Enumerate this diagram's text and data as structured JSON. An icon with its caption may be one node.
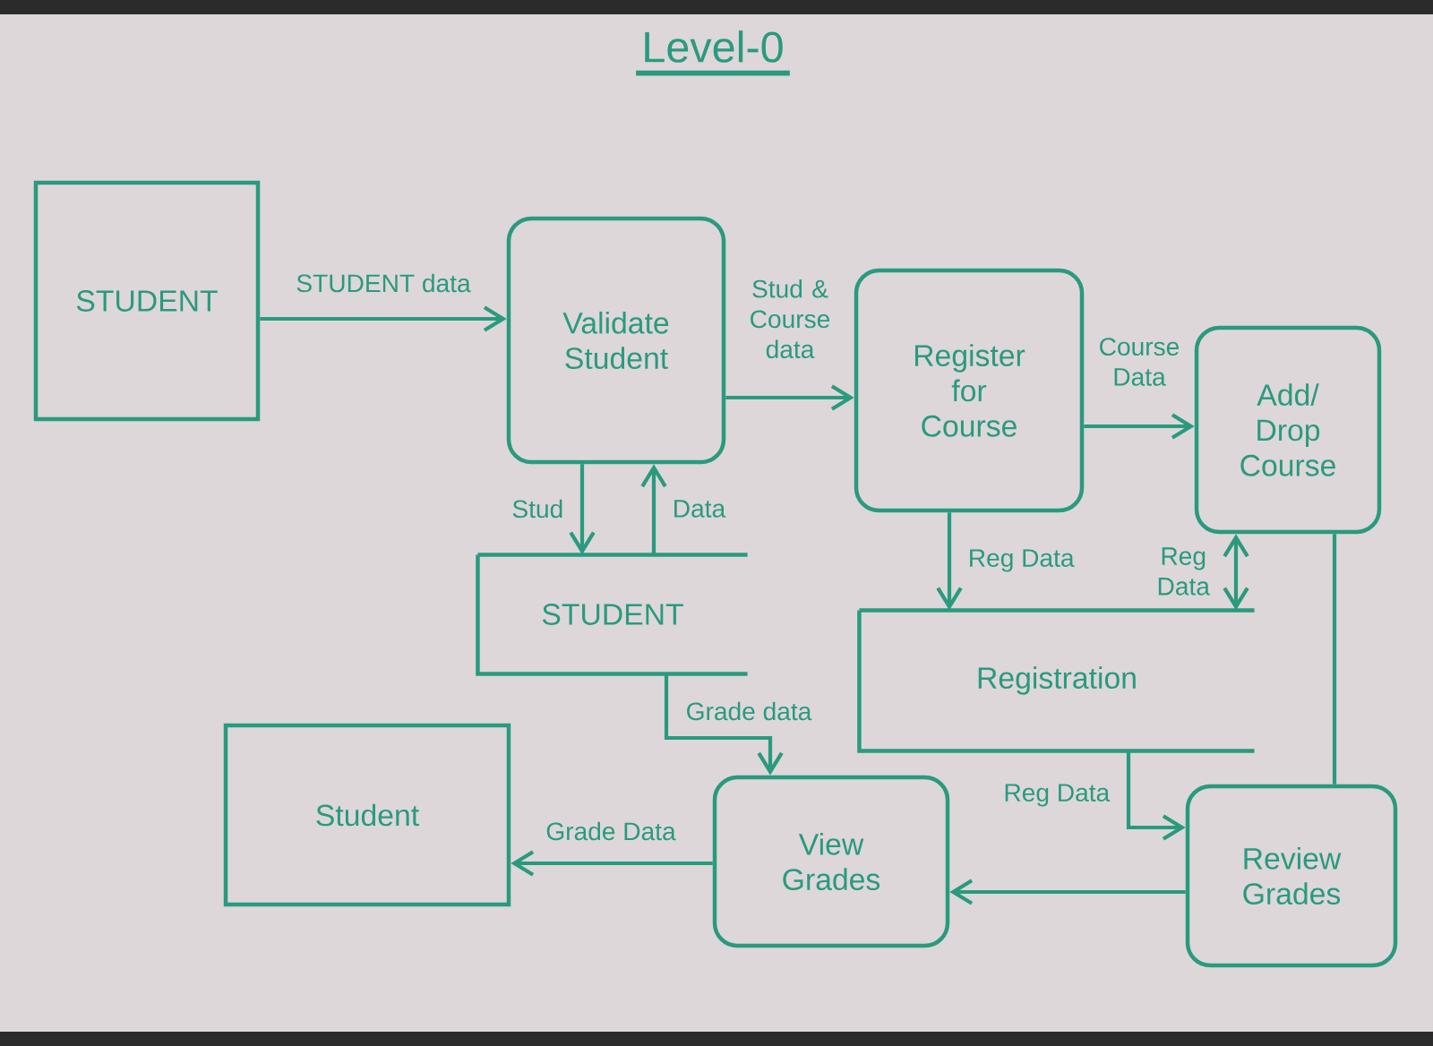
{
  "diagram": {
    "title": "Level-0",
    "nodes": [
      {
        "text": [
          "STUDENT"
        ]
      },
      {
        "text": [
          "Validate Student"
        ]
      },
      {
        "text": [
          "Register for Course"
        ]
      },
      {
        "text": [
          "Add/ Drop Course"
        ]
      },
      {
        "text": [
          "STUDENT"
        ]
      },
      {
        "text": [
          "Registration"
        ]
      },
      {
        "text": [
          "Student"
        ]
      },
      {
        "text": [
          "View Grades"
        ]
      },
      {
        "text": [
          "Review Grades"
        ]
      }
    ],
    "edges": [
      {
        "from": 0,
        "to": 1,
        "arrow": "to",
        "label": "STUDENT data"
      },
      {
        "from": 1,
        "to": 2,
        "arrow": "to",
        "label": "Stud & Course data"
      },
      {
        "from": 2,
        "to": 3,
        "arrow": "to",
        "label": "Course Data"
      },
      {
        "from": 1,
        "to": 4,
        "arrow": "to",
        "label": "Stud"
      },
      {
        "from": 4,
        "to": 1,
        "arrow": "to",
        "label": "Data"
      },
      {
        "from": 2,
        "to": 5,
        "arrow": "to",
        "label": "Reg Data"
      },
      {
        "from": 5,
        "to": 3,
        "arrow": "both",
        "label": "Reg Data"
      },
      {
        "from": 5,
        "to": 8,
        "arrow": "to",
        "label": "Reg Data"
      },
      {
        "from": 3,
        "to": 8,
        "arrow": "none"
      },
      {
        "from": 8,
        "to": 7,
        "arrow": "to"
      },
      {
        "from": 7,
        "to": 6,
        "arrow": "to",
        "label": "Grade Data"
      },
      {
        "from": 4,
        "to": 7,
        "arrow": "to",
        "label": "Grade data"
      }
    ]
  }
}
